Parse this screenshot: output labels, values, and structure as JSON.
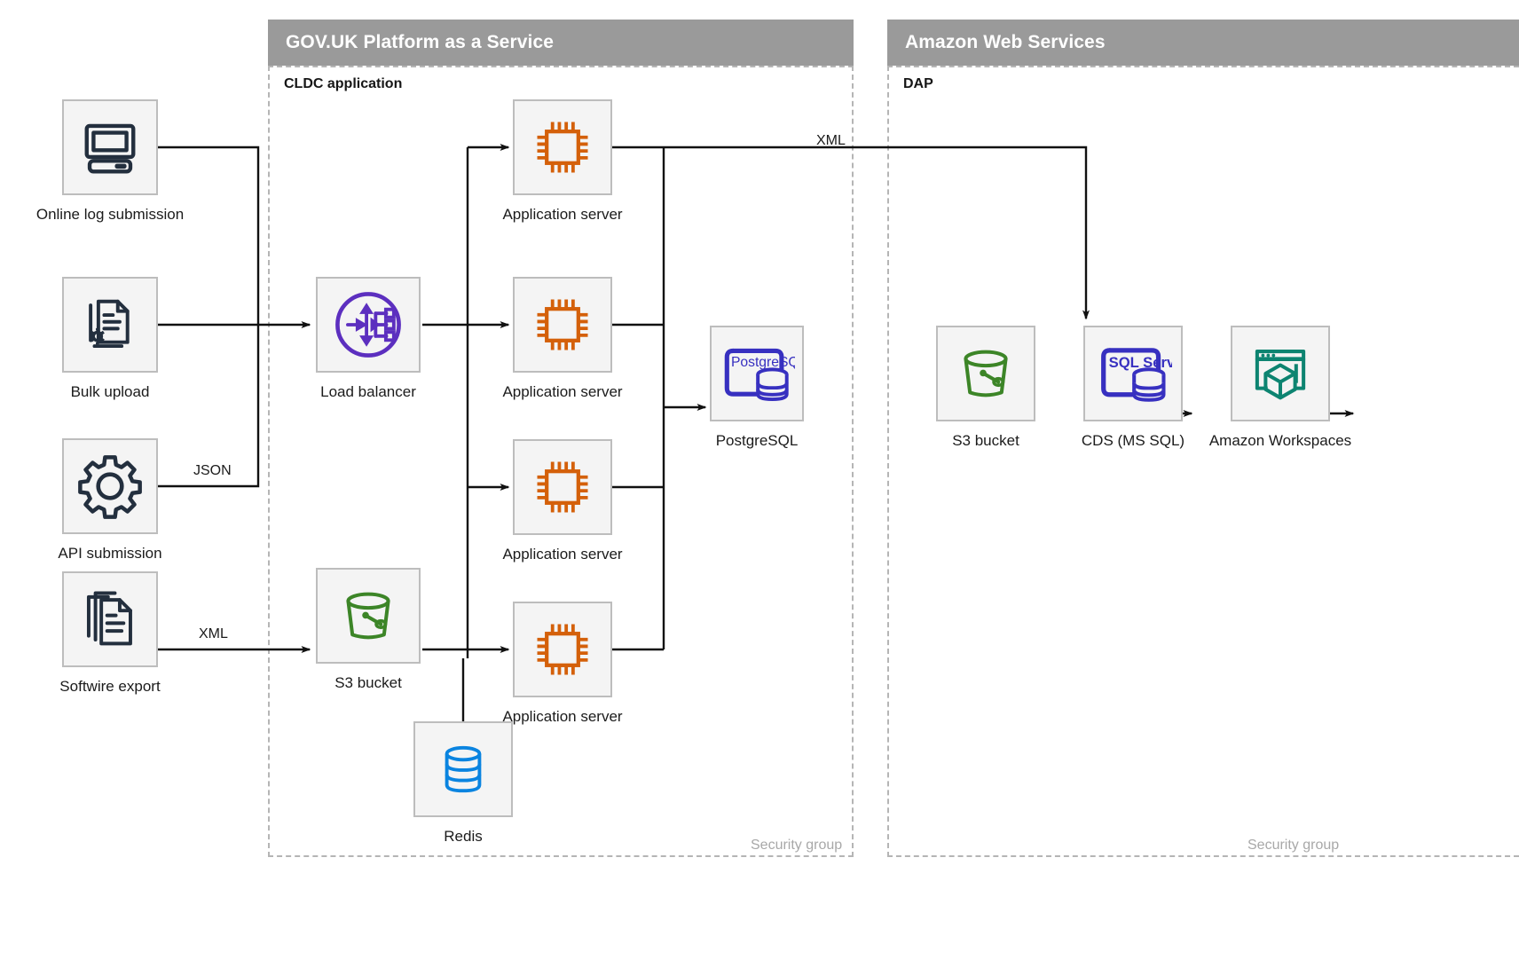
{
  "zones": {
    "paas": {
      "title": "GOV.UK Platform as a Service",
      "sublabel": "CLDC application",
      "security_label": "Security group"
    },
    "aws": {
      "title": "Amazon Web Services",
      "sublabel": "DAP",
      "security_label": "Security group"
    }
  },
  "nodes": {
    "online_log": {
      "label": "Online log submission",
      "icon": "desktop-computer-icon"
    },
    "bulk_upload": {
      "label": "Bulk upload",
      "icon": "document-gear-icon"
    },
    "api_submission": {
      "label": "API submission",
      "icon": "gear-icon"
    },
    "softwire_export": {
      "label": "Softwire export",
      "icon": "stacked-documents-icon"
    },
    "load_balancer": {
      "label": "Load balancer",
      "icon": "load-balancer-icon"
    },
    "s3_paas": {
      "label": "S3 bucket",
      "icon": "s3-bucket-icon"
    },
    "app_server_1": {
      "label": "Application server",
      "icon": "cpu-chip-icon"
    },
    "app_server_2": {
      "label": "Application server",
      "icon": "cpu-chip-icon"
    },
    "app_server_3": {
      "label": "Application server",
      "icon": "cpu-chip-icon"
    },
    "app_server_4": {
      "label": "Application server",
      "icon": "cpu-chip-icon"
    },
    "redis": {
      "label": "Redis",
      "icon": "redis-database-icon"
    },
    "postgresql": {
      "label": "PostgreSQL",
      "icon": "postgresql-icon",
      "badge": "PostgreSQL"
    },
    "s3_aws": {
      "label": "S3 bucket",
      "icon": "s3-bucket-icon"
    },
    "cds": {
      "label": "CDS (MS SQL)",
      "icon": "sql-server-icon",
      "badge": "SQL Server"
    },
    "workspaces": {
      "label": "Amazon Workspaces",
      "icon": "amazon-workspaces-icon"
    }
  },
  "edge_labels": {
    "api_json": "JSON",
    "softwire_xml": "XML",
    "appserver_to_s3_xml": "XML"
  },
  "colors": {
    "zone_header_bg": "#9a9a9a",
    "node_bg": "#f4f4f4",
    "node_border": "#bdbdbd",
    "dashed_border": "#b5b5b5",
    "source_icon": "#232f3e",
    "load_balancer": "#5c2fbf",
    "cpu_chip": "#d4600a",
    "s3_bucket": "#3c8527",
    "redis": "#0a84e0",
    "postgresql": "#3730c0",
    "sql_server": "#3730c0",
    "workspaces": "#0d8471",
    "wire": "#111111",
    "text": "#1b1b1b",
    "muted_text": "#a8a8a8"
  }
}
